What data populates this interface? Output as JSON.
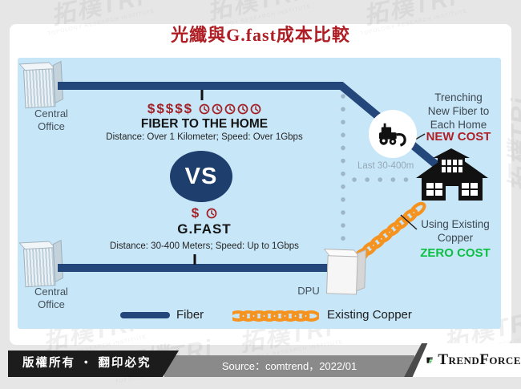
{
  "title": "光纖與G.fast成本比較",
  "watermark": {
    "cjk": "拓樸TRi",
    "en": "TOPOLOGY RESEARCH INSTITUTE"
  },
  "diagram": {
    "central_office_top": "Central\nOffice",
    "central_office_bottom": "Central\nOffice",
    "fiber": {
      "dollars": "$$$$$",
      "clock_count": 5,
      "name": "FIBER TO THE HOME",
      "specs": "Distance: Over 1 Kilometer; Speed: Over 1Gbps"
    },
    "vs": "VS",
    "gfast": {
      "dollars": "$",
      "clock_count": 1,
      "name": "G.FAST",
      "specs": "Distance: 30-400 Meters; Speed: Up to 1Gbps"
    },
    "trenching": {
      "text": "Trenching\nNew Fiber to\nEach Home",
      "cost": "NEW COST"
    },
    "copper": {
      "text": "Using Existing\nCopper",
      "cost": "ZERO COST"
    },
    "last_distance": "Last 30-400m",
    "dpu": "DPU",
    "legend": {
      "fiber": "Fiber",
      "copper": "Existing Copper"
    }
  },
  "colors": {
    "panel_blue": "#c7e6f7",
    "fiber_navy": "#24477b",
    "copper_orange": "#f6921e",
    "cost_red": "#a32126",
    "title_red": "#ae1e24",
    "zero_green": "#0bbf42"
  },
  "footer": {
    "copyright": "版權所有 ‧ 翻印必究",
    "source": "Source：comtrend，2022/01",
    "brand": "TrendForce"
  }
}
